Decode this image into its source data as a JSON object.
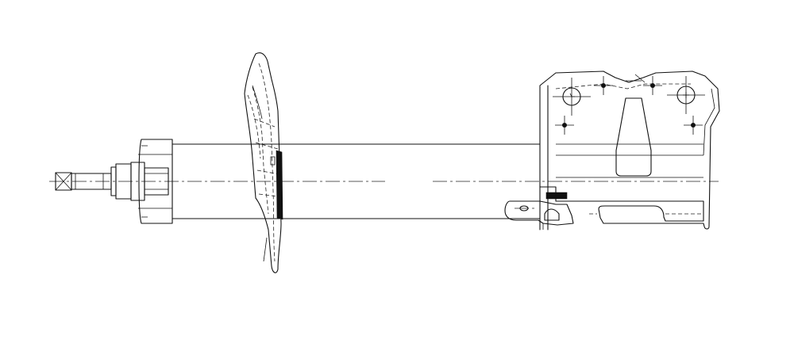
{
  "drawing": {
    "line_color": "#111111",
    "background": "#ffffff",
    "parts": [
      "threaded-stud",
      "top-nut",
      "piston-rod",
      "spring-seat-plate",
      "shock-body-tube",
      "brake-hose-bracket",
      "steering-knuckle-bracket"
    ]
  }
}
